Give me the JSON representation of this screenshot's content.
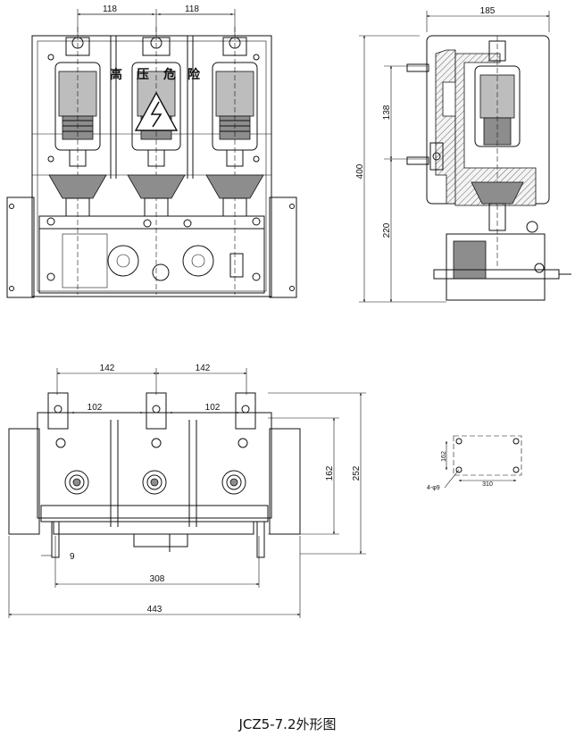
{
  "caption": "JCZ5-7.2外形图",
  "front_view": {
    "dims": {
      "left_pitch": "118",
      "right_pitch": "118"
    },
    "warning_chars": [
      "高",
      "压",
      "危",
      "险"
    ]
  },
  "side_view": {
    "dims": {
      "depth": "185",
      "upper_height": "138",
      "total_height": "400",
      "lower_height": "220"
    }
  },
  "top_view": {
    "dims": {
      "pitch_left": "142",
      "pitch_right": "142",
      "inner_left": "102",
      "inner_right": "102",
      "depth_162": "162",
      "depth_252": "252",
      "edge_9": "9",
      "mount_308": "308",
      "width_443": "443"
    }
  },
  "mounting_detail": {
    "dims": {
      "depth_162": "162",
      "width_310": "310",
      "holes": "4-φ9"
    }
  },
  "icons": [
    "lightning-warning-icon"
  ]
}
